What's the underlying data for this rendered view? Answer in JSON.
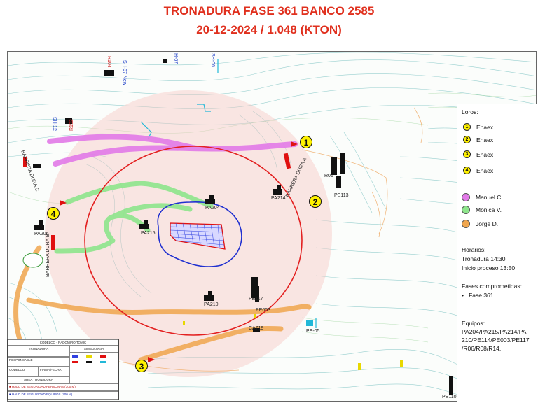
{
  "header": {
    "title": "TRONADURA FASE 361 BANCO 2585",
    "subtitle": "20-12-2024 / 1.048 (KTON)"
  },
  "map": {
    "barriers": [
      "BARRERA DURA C",
      "BARRERA DURA B",
      "BARRERA DURA A"
    ],
    "equipment_labels": [
      "PA204",
      "PA214",
      "PA215",
      "PA206",
      "PA210",
      "PE117",
      "PE003",
      "PE113",
      "R06",
      "CA719",
      "PE-05",
      "PE110",
      "R192",
      "R104",
      "SH-07 New",
      "SH-12",
      "H-07",
      "SH-06"
    ],
    "point_markers": [
      "1",
      "2",
      "3",
      "4"
    ]
  },
  "legend": {
    "loros_title": "Loros:",
    "loros": [
      {
        "num": "1",
        "label": "Enaex"
      },
      {
        "num": "2",
        "label": "Enaex"
      },
      {
        "num": "3",
        "label": "Enaex"
      },
      {
        "num": "4",
        "label": "Enaex"
      }
    ],
    "people": [
      {
        "name": "Manuel C.",
        "color": "#e27ae8"
      },
      {
        "name": "Monica V.",
        "color": "#8ee58c"
      },
      {
        "name": "Jorge D.",
        "color": "#f0a64e"
      }
    ],
    "horarios_title": "Horarios:",
    "horarios": [
      "Tronadura 14:30",
      "Inicio proceso 13:50"
    ],
    "fases_title": "Fases comprometidas:",
    "fases": [
      "Fase 361"
    ],
    "equipos_title": "Equipos:",
    "equipos_lines": [
      "PA204/PA215/PA214/PA",
      "210/PE114/PE003/PE117",
      "/R06/R08/R14."
    ]
  },
  "titleblock": {
    "header": "CODELCO - RADOMIRO TOMIC",
    "col1": "TRONADURA",
    "col2": "SIMBOLOGIA",
    "r2": "RESPONSABLE",
    "r3a": "CODELCO",
    "r3b": "FIRMA/FECHA",
    "r4": "AREA TRONADURA",
    "foot1": "HALO DE SEGURIDAD PERSONAS (300 M)",
    "foot2": "HALO DE SEGURIDAD EQUIPOS (200 M)"
  },
  "colors": {
    "title": "#e0301e",
    "halo_personas": "#e32020",
    "halo_equipos": "#2030d0",
    "blast_zone": "#3040e0",
    "barrier": "#e01010",
    "marker": "#fff200",
    "contour": "#5fb0b0"
  }
}
